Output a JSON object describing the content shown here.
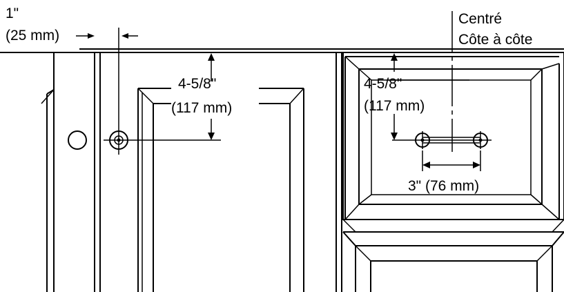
{
  "labels": {
    "edge_offset_in": "1\"",
    "edge_offset_mm": "(25 mm)",
    "door_height_in": "4-5/8\"",
    "door_height_mm": "(117 mm)",
    "drawer_height_in": "4-5/8\"",
    "drawer_height_mm": "(117 mm)",
    "center_line_1": "Centré",
    "center_line_2": "Côte à côte",
    "hole_spacing": "3\" (76 mm)"
  }
}
